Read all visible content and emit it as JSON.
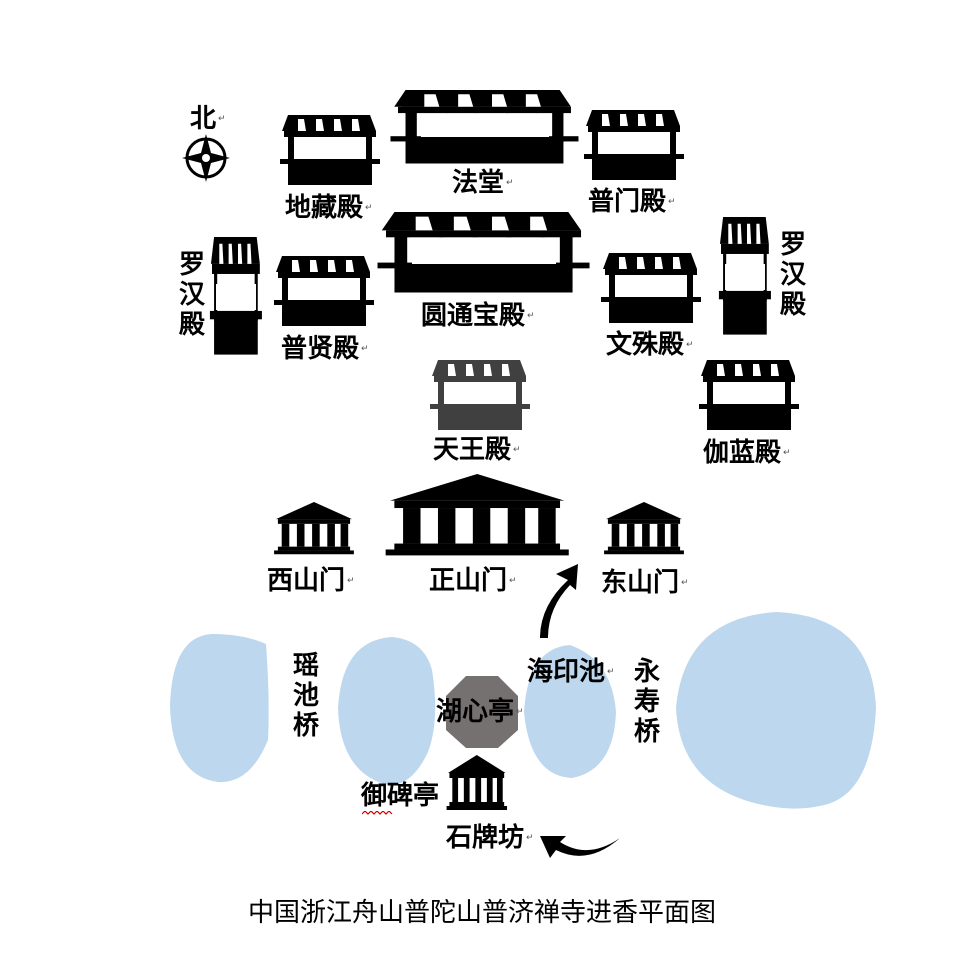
{
  "title": "中国浙江舟山普陀山普济禅寺进香平面图",
  "compass": {
    "label": "北",
    "icon": "compass-icon"
  },
  "halls": {
    "fatang": "法堂",
    "dizang": "地藏殿",
    "pumen": "普门殿",
    "yuantong": "圆通宝殿",
    "puxian": "普贤殿",
    "wenshu": "文殊殿",
    "luohan_left": "罗汉殿",
    "luohan_right": "罗汉殿",
    "tianwang": "天王殿",
    "qielan": "伽蓝殿"
  },
  "gates": {
    "west": "西山门",
    "main": "正山门",
    "east": "东山门"
  },
  "water": {
    "yaochi_bridge": "瑶池桥",
    "haiyin_pond": "海印池",
    "yongshou_bridge": "永寿桥",
    "lake_pavilion": "湖心亭",
    "stele_pavilion": "御碑亭",
    "stone_archway": "石牌坊"
  },
  "return_mark": "↵",
  "colors": {
    "building": "#000000",
    "tianwang_building": "#404040",
    "pond": "#bdd7ee",
    "pavilion": "#757171",
    "spellcheck": "#cc0000"
  }
}
